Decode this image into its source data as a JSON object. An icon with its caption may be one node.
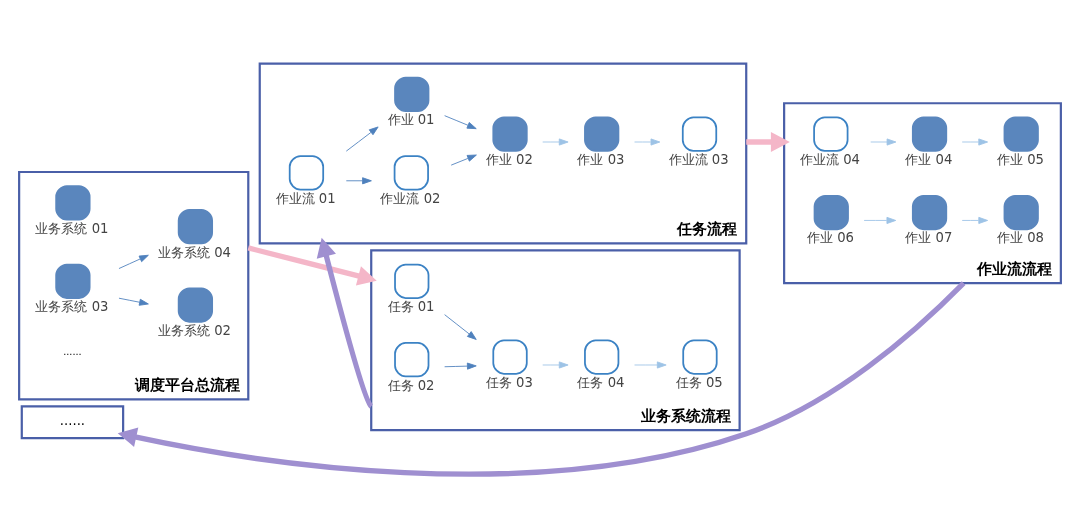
{
  "diagram": {
    "nodes": [
      {
        "text": [
          "调度平台总流程"
        ]
      },
      {
        "text": [
          "业务系统 01"
        ],
        "in": 0
      },
      {
        "text": [
          "业务系统 02"
        ],
        "in": 0
      },
      {
        "text": [
          "业务系统 03"
        ],
        "in": 0
      },
      {
        "text": [
          "业务系统 04"
        ],
        "in": 0
      },
      {
        "text": [
          "业务系统流程"
        ]
      },
      {
        "text": [
          "任务 01"
        ],
        "in": 5
      },
      {
        "text": [
          "任务 02"
        ],
        "in": 5
      },
      {
        "text": [
          "任务 03"
        ],
        "in": 5
      },
      {
        "text": [
          "任务 04"
        ],
        "in": 5
      },
      {
        "text": [
          "任务 05"
        ],
        "in": 5
      },
      {
        "text": [
          "任务流程"
        ]
      },
      {
        "text": [
          "作业流 01"
        ],
        "in": 11
      },
      {
        "text": [
          "作业流 02"
        ],
        "in": 11
      },
      {
        "text": [
          "作业 01"
        ],
        "in": 11
      },
      {
        "text": [
          "作业 02"
        ],
        "in": 11
      },
      {
        "text": [
          "作业 03"
        ],
        "in": 11
      },
      {
        "text": [
          "作业流 03"
        ],
        "in": 11
      },
      {
        "text": [
          "作业流流程"
        ]
      },
      {
        "text": [
          "作业流 04"
        ],
        "in": 18
      },
      {
        "text": [
          "作业 04"
        ],
        "in": 18
      },
      {
        "text": [
          "作业 05"
        ],
        "in": 18
      },
      {
        "text": [
          "作业 06"
        ],
        "in": 18
      },
      {
        "text": [
          "作业 07"
        ],
        "in": 18
      },
      {
        "text": [
          "作业 08"
        ],
        "in": 18
      },
      {
        "text": [
          "......"
        ]
      }
    ],
    "edges": [
      {
        "from": 3,
        "to": 2,
        "arrow": "to",
        "color": "#4f81bd"
      },
      {
        "from": 3,
        "to": 4,
        "arrow": "to",
        "color": "#4f81bd"
      },
      {
        "from": 6,
        "to": 8,
        "arrow": "to",
        "color": "#4f81bd"
      },
      {
        "from": 7,
        "to": 8,
        "arrow": "to",
        "color": "#4f81bd"
      },
      {
        "from": 8,
        "to": 9,
        "arrow": "to",
        "color": "#9dc3e6"
      },
      {
        "from": 9,
        "to": 10,
        "arrow": "to",
        "color": "#9dc3e6"
      },
      {
        "from": 12,
        "to": 13,
        "arrow": "to",
        "color": "#4f81bd"
      },
      {
        "from": 12,
        "to": 14,
        "arrow": "to",
        "color": "#4f81bd"
      },
      {
        "from": 13,
        "to": 15,
        "arrow": "to",
        "color": "#4f81bd"
      },
      {
        "from": 14,
        "to": 15,
        "arrow": "to",
        "color": "#4f81bd"
      },
      {
        "from": 15,
        "to": 16,
        "arrow": "to",
        "color": "#9dc3e6"
      },
      {
        "from": 16,
        "to": 17,
        "arrow": "to",
        "color": "#9dc3e6"
      },
      {
        "from": 19,
        "to": 20,
        "arrow": "to",
        "color": "#9dc3e6"
      },
      {
        "from": 20,
        "to": 21,
        "arrow": "to",
        "color": "#9dc3e6"
      },
      {
        "from": 22,
        "to": 23,
        "arrow": "to",
        "color": "#9dc3e6"
      },
      {
        "from": 23,
        "to": 24,
        "arrow": "to",
        "color": "#9dc3e6"
      },
      {
        "from": 0,
        "to": 5,
        "arrow": "to",
        "style": "thick",
        "color": "#f4b6c8"
      },
      {
        "from": 5,
        "to": 11,
        "arrow": "to",
        "style": "thick",
        "color": "#9f8fd0"
      },
      {
        "from": 11,
        "to": 18,
        "arrow": "to",
        "style": "thick",
        "color": "#f4b6c8"
      },
      {
        "from": 18,
        "to": 25,
        "arrow": "to",
        "style": "thick",
        "color": "#9f8fd0"
      }
    ],
    "labels": [
      "......"
    ]
  }
}
